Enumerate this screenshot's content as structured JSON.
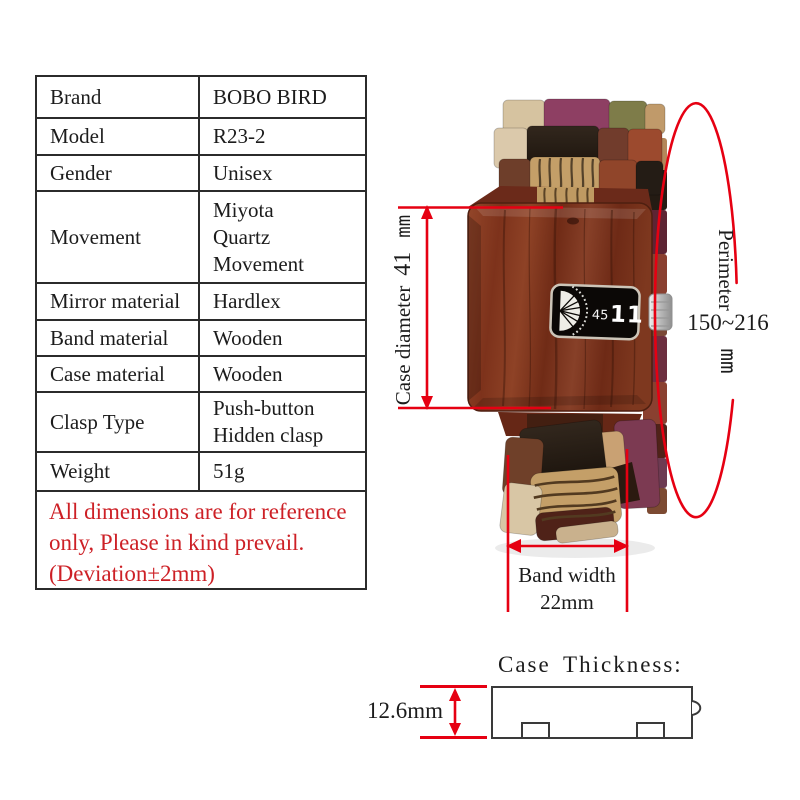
{
  "spec_table": {
    "rows": [
      {
        "label": "Brand",
        "value": "BOBO BIRD"
      },
      {
        "label": "Model",
        "value": "R23-2"
      },
      {
        "label": "Gender",
        "value": "Unisex"
      },
      {
        "label": "Movement",
        "value": "Miyota\nQuartz\nMovement"
      },
      {
        "label": "Mirror material",
        "value": "Hardlex"
      },
      {
        "label": "Band material",
        "value": "Wooden"
      },
      {
        "label": "Case material",
        "value": "Wooden"
      },
      {
        "label": "Clasp Type",
        "value": "Push-button\nHidden clasp"
      },
      {
        "label": "Weight",
        "value": "51g"
      }
    ],
    "note": "All dimensions are for reference\nonly, Please in kind prevail.\n(Deviation±2mm)"
  },
  "annotations": {
    "case_diameter": {
      "label": "Case diameter",
      "value": "41",
      "unit": "mm"
    },
    "perimeter": {
      "label": "Perimeter",
      "value": "150~216",
      "unit": "mm"
    },
    "band_width": {
      "label": "Band width",
      "value": "22mm"
    },
    "case_thickness": {
      "label": "Case Thickness:",
      "value": "12.6mm"
    }
  },
  "watch_display": {
    "gauge_value": "45",
    "hour": "11"
  },
  "colors": {
    "accent_red": "#e60012",
    "note_red": "#cd2026",
    "text": "#1c1c1c"
  }
}
